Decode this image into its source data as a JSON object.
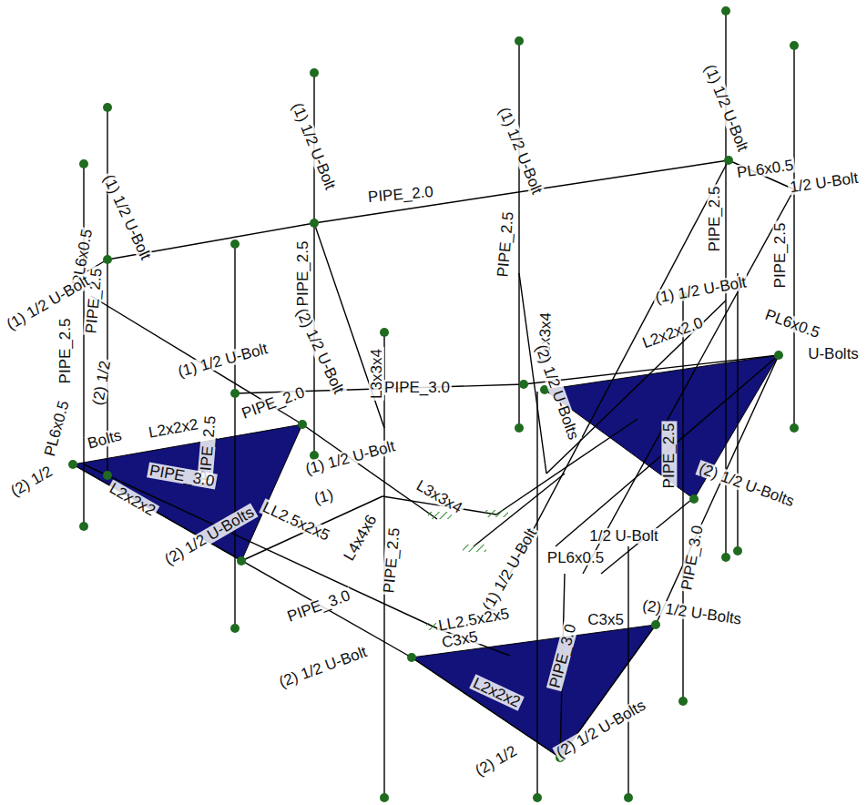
{
  "diagram": {
    "labels": [
      "PIPE_2.0",
      "(1) 1/2 U-Bolt",
      "PIPE_2.5",
      "(1) 1/2 U-Bolt",
      "PIPE_2.5",
      "(1) 1/2 U-Bolt",
      "PIPE_2.5",
      "PL6x0.5",
      "1/2 U-Bolt",
      "PIPE_2.5",
      "PL6x0.5",
      "(1) 1/2 U-Bolt",
      "PIPE_2.5",
      "(1) 1/2 U-Bolt",
      "PIPE_2.5",
      "(2) 1/2",
      "PL6x0.5",
      "(2) 1/2",
      "Bolts",
      "L2x2x2",
      "L2x2x2",
      "PIPE_2.5",
      "PIPE_3.0",
      "(2) 1/2 U-Bolts",
      "PIPE_3.0",
      "(2) 1/2 U-Bolt",
      "(1) 1/2 U-Bolt",
      "(2) 1/2 U-Bolt",
      "PIPE_2.0",
      "L3x3x4",
      "PIPE_3.0",
      "(1) 1/2 U-Bolt",
      "(1)",
      "LL2.5x2x5",
      "L4x4x6",
      "PIPE_2.5",
      "L3x3x4",
      "L3x3x4",
      "(2) 1/2 U-Bolts",
      "(1) 1/2 U-Bolt",
      "L2x2x2.0",
      "PL6x0.5",
      "U-Bolts",
      "(2) 1/2 U-Bolts",
      "PIPE_2.5",
      "PIPE_3.0",
      "1/2 U-Bolt",
      "(1) 1/2 U-Bolt",
      "PL6x0.5",
      "(2) 1/2 U-Bolts",
      "C3x5",
      "LL2.5x2x5",
      "C3x5",
      "PIPE_3.0",
      "L2x2x2",
      "(2) 1/2 U-Bolts",
      "(2) 1/2"
    ]
  }
}
